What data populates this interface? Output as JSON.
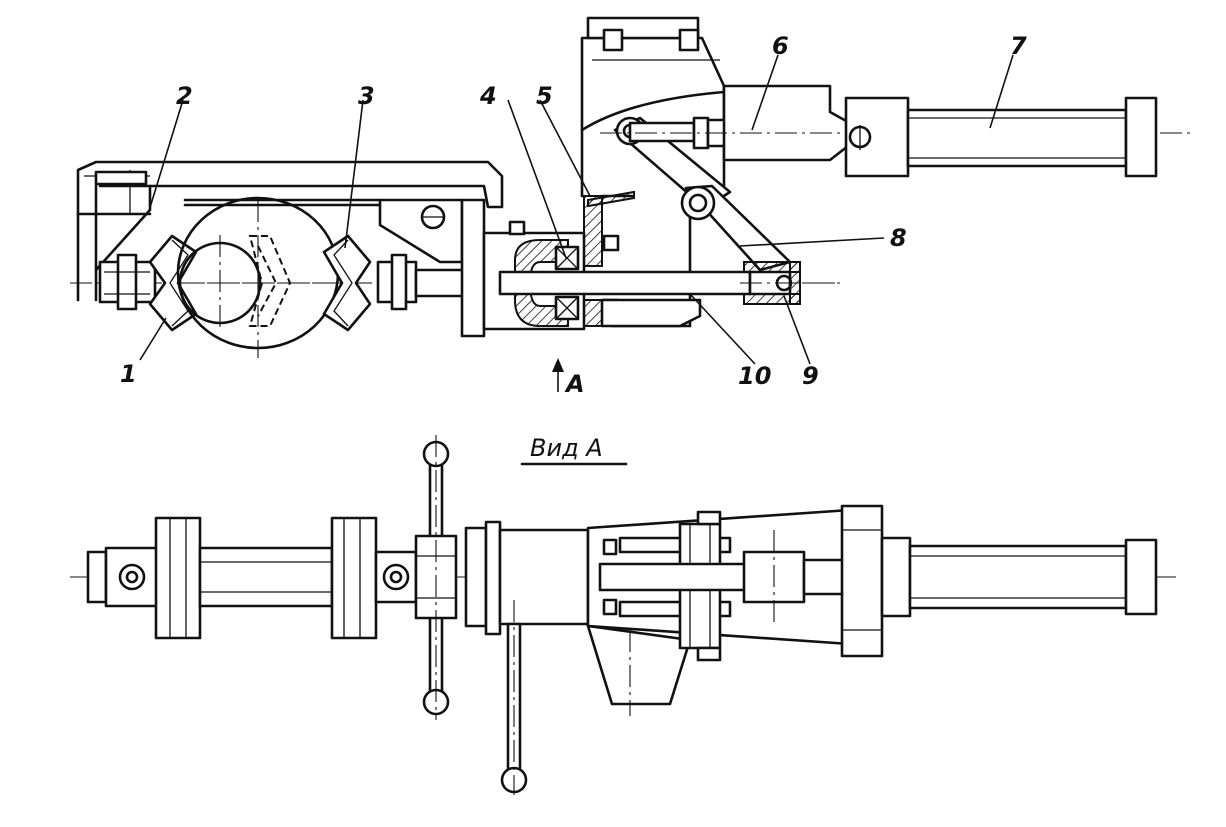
{
  "labels": {
    "l1": "1",
    "l2": "2",
    "l3": "3",
    "l4": "4",
    "l5": "5",
    "l6": "6",
    "l7": "7",
    "l8": "8",
    "l9": "9",
    "l10": "10",
    "arrow_a": "A"
  },
  "view_title": "Вид А"
}
